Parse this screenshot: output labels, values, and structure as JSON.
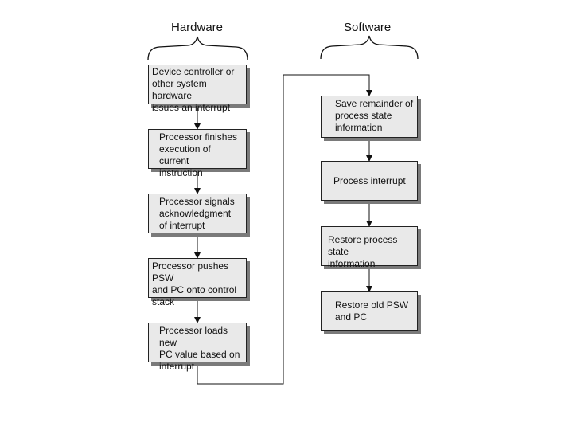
{
  "headings": {
    "hardware": "Hardware",
    "software": "Software"
  },
  "hardware_steps": [
    "Device controller or\nother system hardware\nissues an interrupt",
    "Processor finishes\nexecution of current\ninstruction",
    "Processor signals\nacknowledgment\nof interrupt",
    "Processor pushes PSW\nand PC onto control\nstack",
    "Processor loads new\nPC value based on\ninterrupt"
  ],
  "software_steps": [
    "Save remainder of\nprocess state\ninformation",
    "Process interrupt",
    "Restore process state\ninformation",
    "Restore old PSW\nand PC"
  ]
}
